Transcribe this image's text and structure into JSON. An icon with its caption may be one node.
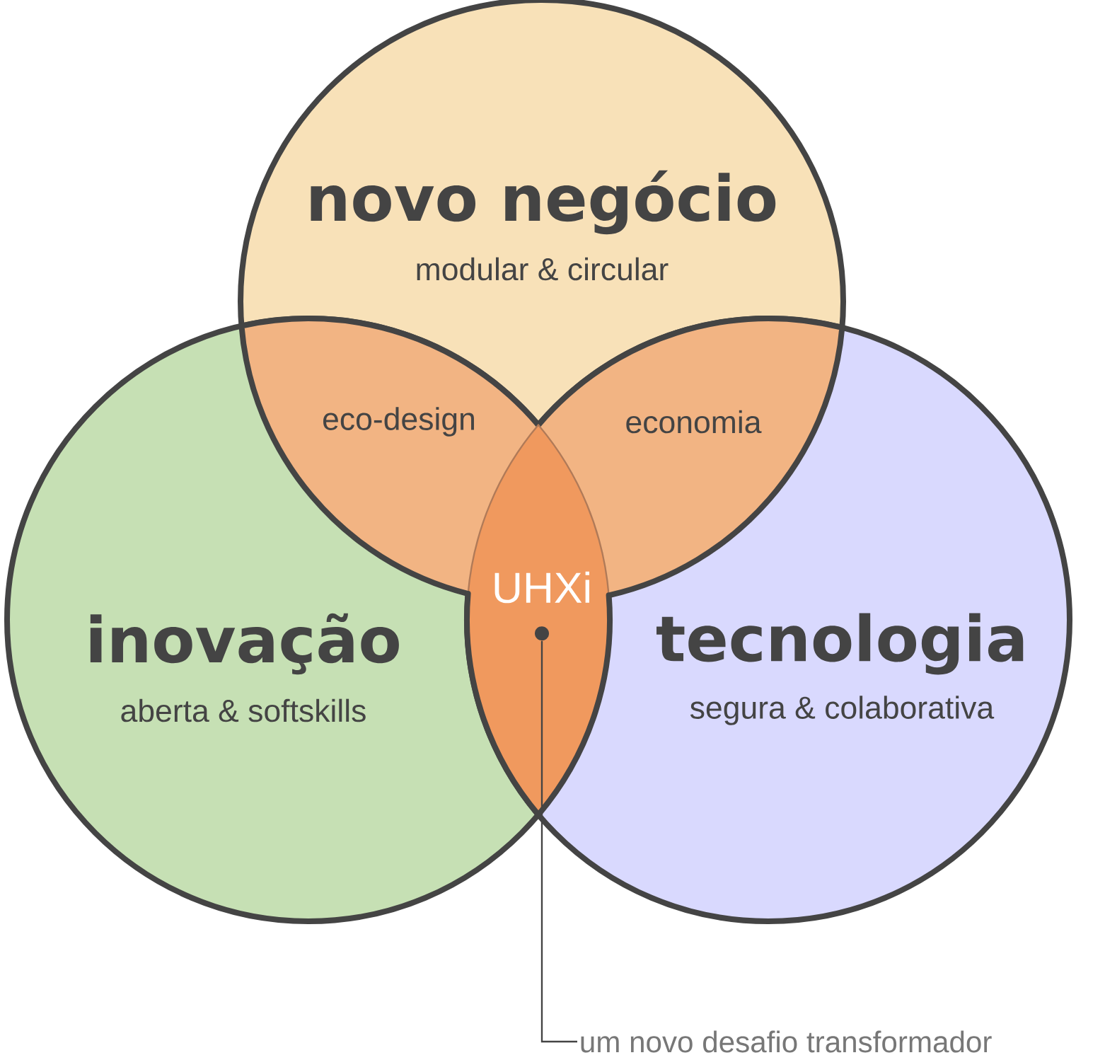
{
  "diagram": {
    "nodes": [
      {
        "text": [
          "novo negócio",
          "modular & circular"
        ]
      },
      {
        "text": [
          "eco-design"
        ]
      },
      {
        "text": [
          "economia"
        ]
      },
      {
        "text": [
          "UHXi"
        ]
      },
      {
        "text": [
          "inovação",
          "aberta & softskills"
        ]
      },
      {
        "text": [
          "tecnologia",
          "segura & colaborativa"
        ]
      },
      {
        "text": [],
        "shape": "circle",
        "in": 3
      },
      {
        "text": [
          "um novo desafio transformador"
        ]
      }
    ],
    "edges": [
      {
        "from": 7,
        "to": 6,
        "arrow": "none"
      }
    ]
  }
}
